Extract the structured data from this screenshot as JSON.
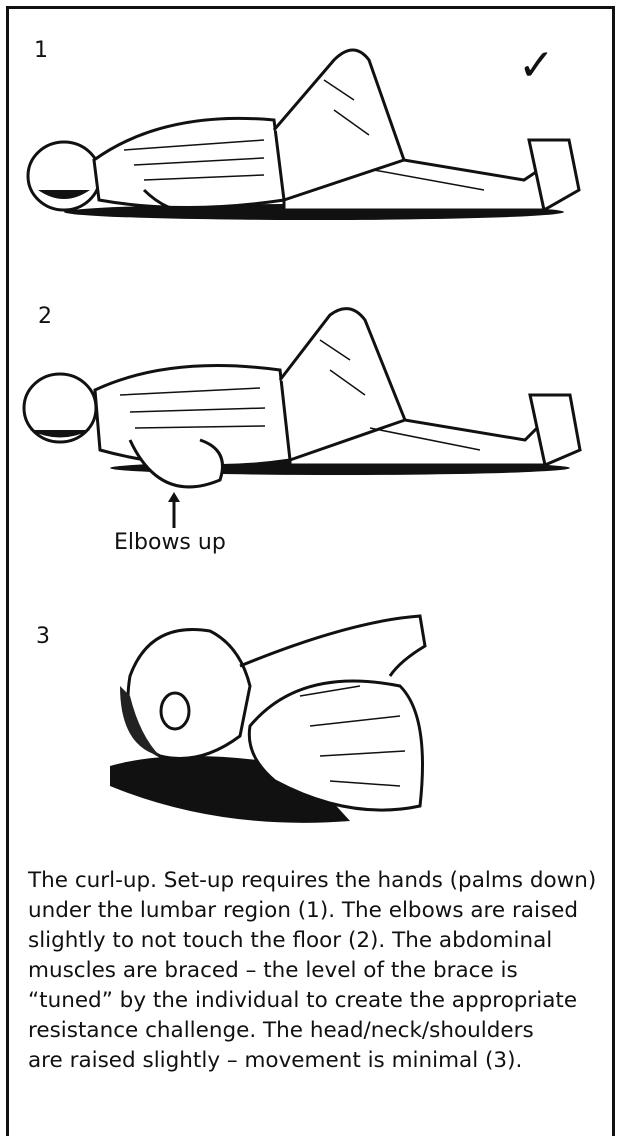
{
  "panels": [
    {
      "number": "1",
      "badge": "✓"
    },
    {
      "number": "2",
      "annotation": "Elbows up"
    },
    {
      "number": "3"
    }
  ],
  "caption": "The curl-up. Set-up requires the hands (palms down) under the lumbar region (1). The elbows are raised slightly to not touch the floor (2). The abdominal muscles are braced – the level of the brace is “tuned” by the individual to create the appropriate resistance challenge. The head/neck/shoulders are raised slightly – movement is minimal (3).",
  "caption_lines": [
    "The curl-up. Set-up requires the hands (palms down)",
    "under the lumbar region (1). The elbows are raised",
    "slightly to not touch the floor (2). The abdominal",
    "muscles are braced – the level of the brace is",
    "“tuned” by the individual to create the appropriate",
    "resistance challenge. The head/neck/shoulders",
    "are raised slightly – movement is minimal (3)."
  ]
}
